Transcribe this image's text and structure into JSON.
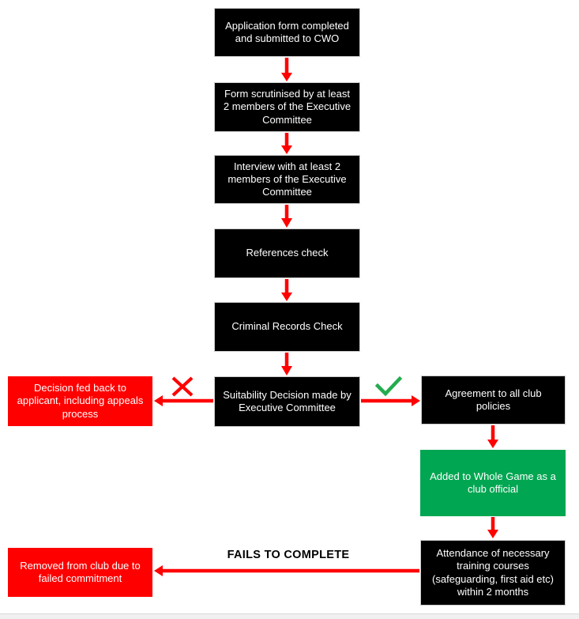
{
  "diagram": {
    "nodes": {
      "application": {
        "label": "Application form completed and submitted to CWO",
        "color": "black"
      },
      "form_scrutinised": {
        "label": "Form scrutinised by at least 2 members of the Executive Committee",
        "color": "black"
      },
      "interview": {
        "label": "Interview with at least 2 members of the Executive Committee",
        "color": "black"
      },
      "references": {
        "label": "References check",
        "color": "black"
      },
      "criminal": {
        "label": "Criminal Records Check",
        "color": "black"
      },
      "suitability": {
        "label": "Suitability Decision made by Executive Committee",
        "color": "black"
      },
      "decision_fed_back": {
        "label": "Decision fed back to applicant, including appeals process",
        "color": "red"
      },
      "agreement": {
        "label": "Agreement to all club policies",
        "color": "black"
      },
      "whole_game": {
        "label": "Added to Whole Game as a club official",
        "color": "green"
      },
      "attendance": {
        "label": "Attendance of necessary training courses (safeguarding, first aid etc) within 2 months",
        "color": "black"
      },
      "removed": {
        "label": "Removed from club due to failed commitment",
        "color": "red"
      }
    },
    "annotations": {
      "fails_to_complete": "FAILS TO COMPLETE"
    },
    "icons": {
      "cross": "red-x-mark",
      "check": "green-check-mark"
    },
    "colors": {
      "node_black": "#000000",
      "node_red": "#ff0000",
      "node_green": "#00a651",
      "arrow_red": "#ff0000",
      "check_green": "#23ac4e",
      "label_text": "#000000"
    }
  }
}
